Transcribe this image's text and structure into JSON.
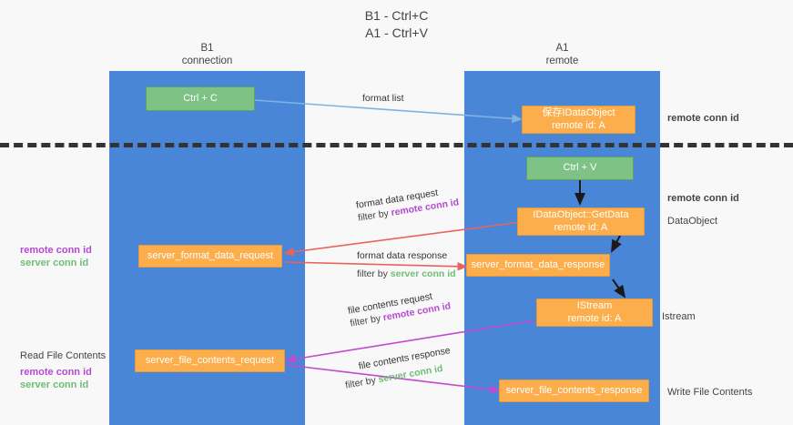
{
  "title": {
    "line1": "B1 - Ctrl+C",
    "line2": "A1 - Ctrl+V"
  },
  "lanes": [
    {
      "id": "b1",
      "title": "B1",
      "subtitle": "connection"
    },
    {
      "id": "a1",
      "title": "A1",
      "subtitle": "remote"
    }
  ],
  "nodes": {
    "ctrl_c": {
      "line1": "Ctrl + C",
      "line2": "",
      "color": "#7ec285"
    },
    "idataobject_save": {
      "line1": "保存IDataObject",
      "line2": "remote id: A",
      "color": "#fcae4d"
    },
    "ctrl_v": {
      "line1": "Ctrl + V",
      "line2": "",
      "color": "#7ec285"
    },
    "getdata": {
      "line1": "IDataObject::GetData",
      "line2": "remote id: A",
      "color": "#fcae4d"
    },
    "server_format_data_request": {
      "line1": "server_format_data_request",
      "line2": "",
      "color": "#fcae4d"
    },
    "server_format_data_response": {
      "line1": "server_format_data_response",
      "line2": "",
      "color": "#fcae4d"
    },
    "istream": {
      "line1": "IStream",
      "line2": "remote id: A",
      "color": "#fcae4d"
    },
    "server_file_contents_request": {
      "line1": "server_file_contents_request",
      "line2": "",
      "color": "#fcae4d"
    },
    "server_file_contents_response": {
      "line1": "server_file_contents_response",
      "line2": "",
      "color": "#fcae4d"
    }
  },
  "edge_labels": {
    "format_list": "format list",
    "format_data_request": "format data request",
    "format_data_request_filter_prefix": "filter by ",
    "format_data_request_filter_key": "remote conn id",
    "format_data_response": "format data response",
    "format_data_response_filter_prefix": "filter by ",
    "format_data_response_filter_key": "server conn id",
    "file_contents_request": "file contents request",
    "file_contents_request_filter_prefix": "filter by ",
    "file_contents_request_filter_key": "remote conn id",
    "file_contents_response": "file contents response",
    "file_contents_response_filter_prefix": "filter by ",
    "file_contents_response_filter_key": "server conn id"
  },
  "left_annotations": {
    "format_remote": "remote conn id",
    "format_server": "server conn id",
    "read_file_contents": "Read File Contents",
    "file_remote": "remote conn id",
    "file_server": "server conn id"
  },
  "right_annotations": {
    "top_remote_conn_id": "remote conn id",
    "mid_remote_conn_id": "remote conn id",
    "dataobject": "DataObject",
    "istream": "Istream",
    "write_file_contents": "Write File Contents"
  },
  "colors": {
    "lane": "#4a86d8",
    "green_node": "#7ec285",
    "orange_node": "#fcae4d",
    "purple_text": "#b44ad0",
    "green_text": "#6fbd74",
    "red_arrow": "#e8635c",
    "magenta_arrow": "#c24ad0",
    "blue_arrow": "#7fb3e0",
    "black_arrow": "#1a1a1a",
    "divider": "#333333",
    "background": "#f8f8f8"
  }
}
